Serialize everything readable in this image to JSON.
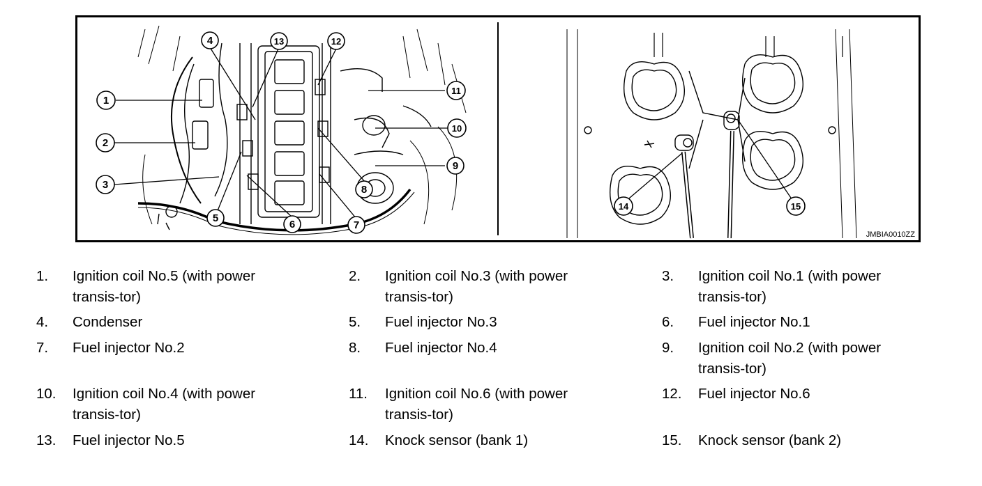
{
  "figure": {
    "code": "JMBIA0010ZZ",
    "callouts_left": [
      "1",
      "2",
      "3",
      "4",
      "5",
      "6",
      "7",
      "8",
      "9",
      "10",
      "11",
      "12",
      "13"
    ],
    "callouts_right": [
      "14",
      "15"
    ]
  },
  "legend": [
    {
      "num": "1.",
      "text": "Ignition coil No.5 (with power transis-tor)"
    },
    {
      "num": "2.",
      "text": "Ignition coil No.3 (with power transis-tor)"
    },
    {
      "num": "3.",
      "text": "Ignition coil No.1 (with power transis-tor)"
    },
    {
      "num": "4.",
      "text": "Condenser"
    },
    {
      "num": "5.",
      "text": "Fuel injector No.3"
    },
    {
      "num": "6.",
      "text": "Fuel injector No.1"
    },
    {
      "num": "7.",
      "text": "Fuel injector No.2"
    },
    {
      "num": "8.",
      "text": "Fuel injector No.4"
    },
    {
      "num": "9.",
      "text": "Ignition coil No.2 (with power transis-tor)"
    },
    {
      "num": "10.",
      "text": "Ignition coil No.4 (with power transis-tor)"
    },
    {
      "num": "11.",
      "text": "Ignition coil No.6 (with power transis-tor)"
    },
    {
      "num": "12.",
      "text": "Fuel injector No.6"
    },
    {
      "num": "13.",
      "text": "Fuel injector No.5"
    },
    {
      "num": "14.",
      "text": "Knock sensor (bank 1)"
    },
    {
      "num": "15.",
      "text": "Knock sensor (bank 2)"
    }
  ]
}
